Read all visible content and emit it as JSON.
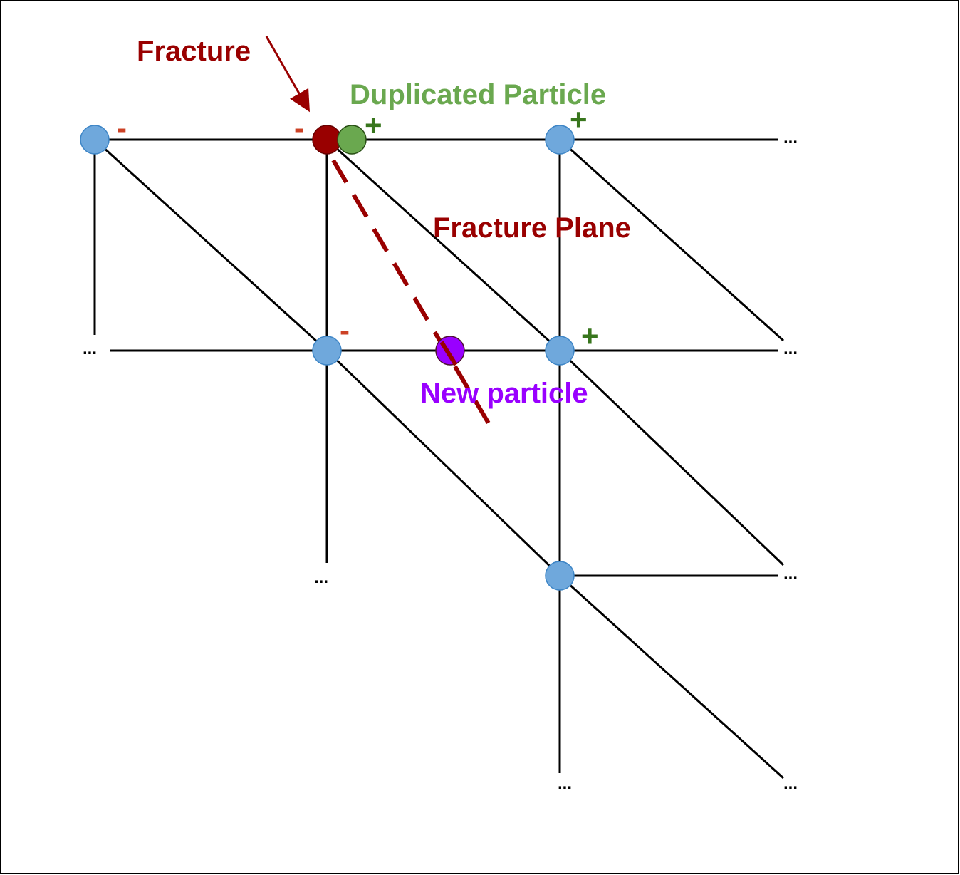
{
  "labels": {
    "fracture": "Fracture",
    "duplicated": "Duplicated Particle",
    "fracture_plane": "Fracture Plane",
    "new_particle": "New particle"
  },
  "signs": {
    "minus": "-",
    "plus": "+"
  },
  "ellipsis": "...",
  "colors": {
    "fracture": "#990000",
    "duplicated": "#6aa84f",
    "new_particle": "#9900ff",
    "node": "#6fa8dc",
    "minus": "#cc4125",
    "plus": "#38761d",
    "line": "#000000"
  }
}
